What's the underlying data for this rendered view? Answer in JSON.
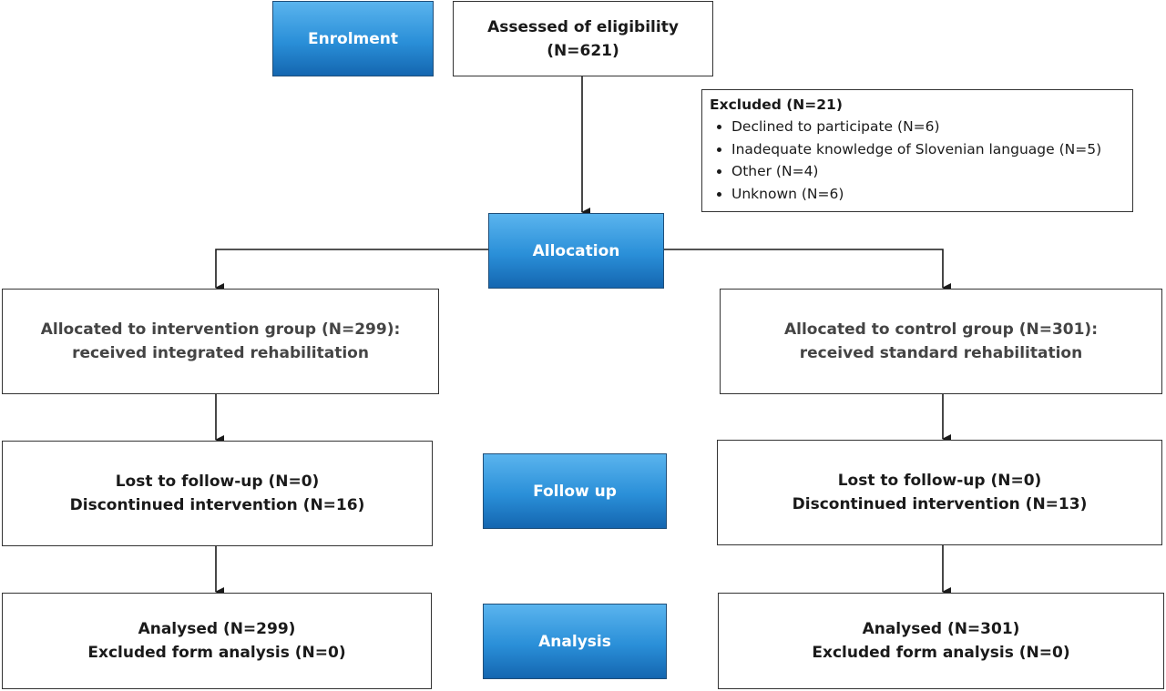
{
  "stages": {
    "enrolment": "Enrolment",
    "allocation": "Allocation",
    "follow_up": "Follow up",
    "analysis": "Analysis"
  },
  "eligibility": "Assessed of eligibility (N=621)",
  "excluded": {
    "title": "Excluded (N=21)",
    "items": [
      "Declined to participate (N=6)",
      "Inadequate knowledge of Slovenian language (N=5)",
      "Other (N=4)",
      "Unknown (N=6)"
    ]
  },
  "intervention": {
    "allocated_line1": "Allocated to intervention group (N=299):",
    "allocated_line2": "received integrated rehabilitation",
    "followup_line1": "Lost to follow-up (N=0)",
    "followup_line2": "Discontinued intervention (N=16)",
    "analysis_line1": "Analysed (N=299)",
    "analysis_line2": "Excluded form analysis (N=0)"
  },
  "control": {
    "allocated_line1": "Allocated to control group (N=301):",
    "allocated_line2": "received standard rehabilitation",
    "followup_line1": "Lost to follow-up (N=0)",
    "followup_line2": "Discontinued intervention (N=13)",
    "analysis_line1": "Analysed (N=301)",
    "analysis_line2": "Excluded form analysis (N=0)"
  },
  "colors": {
    "stage_top": "#5ab4ee",
    "stage_bottom": "#1466b0",
    "border": "#333333"
  }
}
